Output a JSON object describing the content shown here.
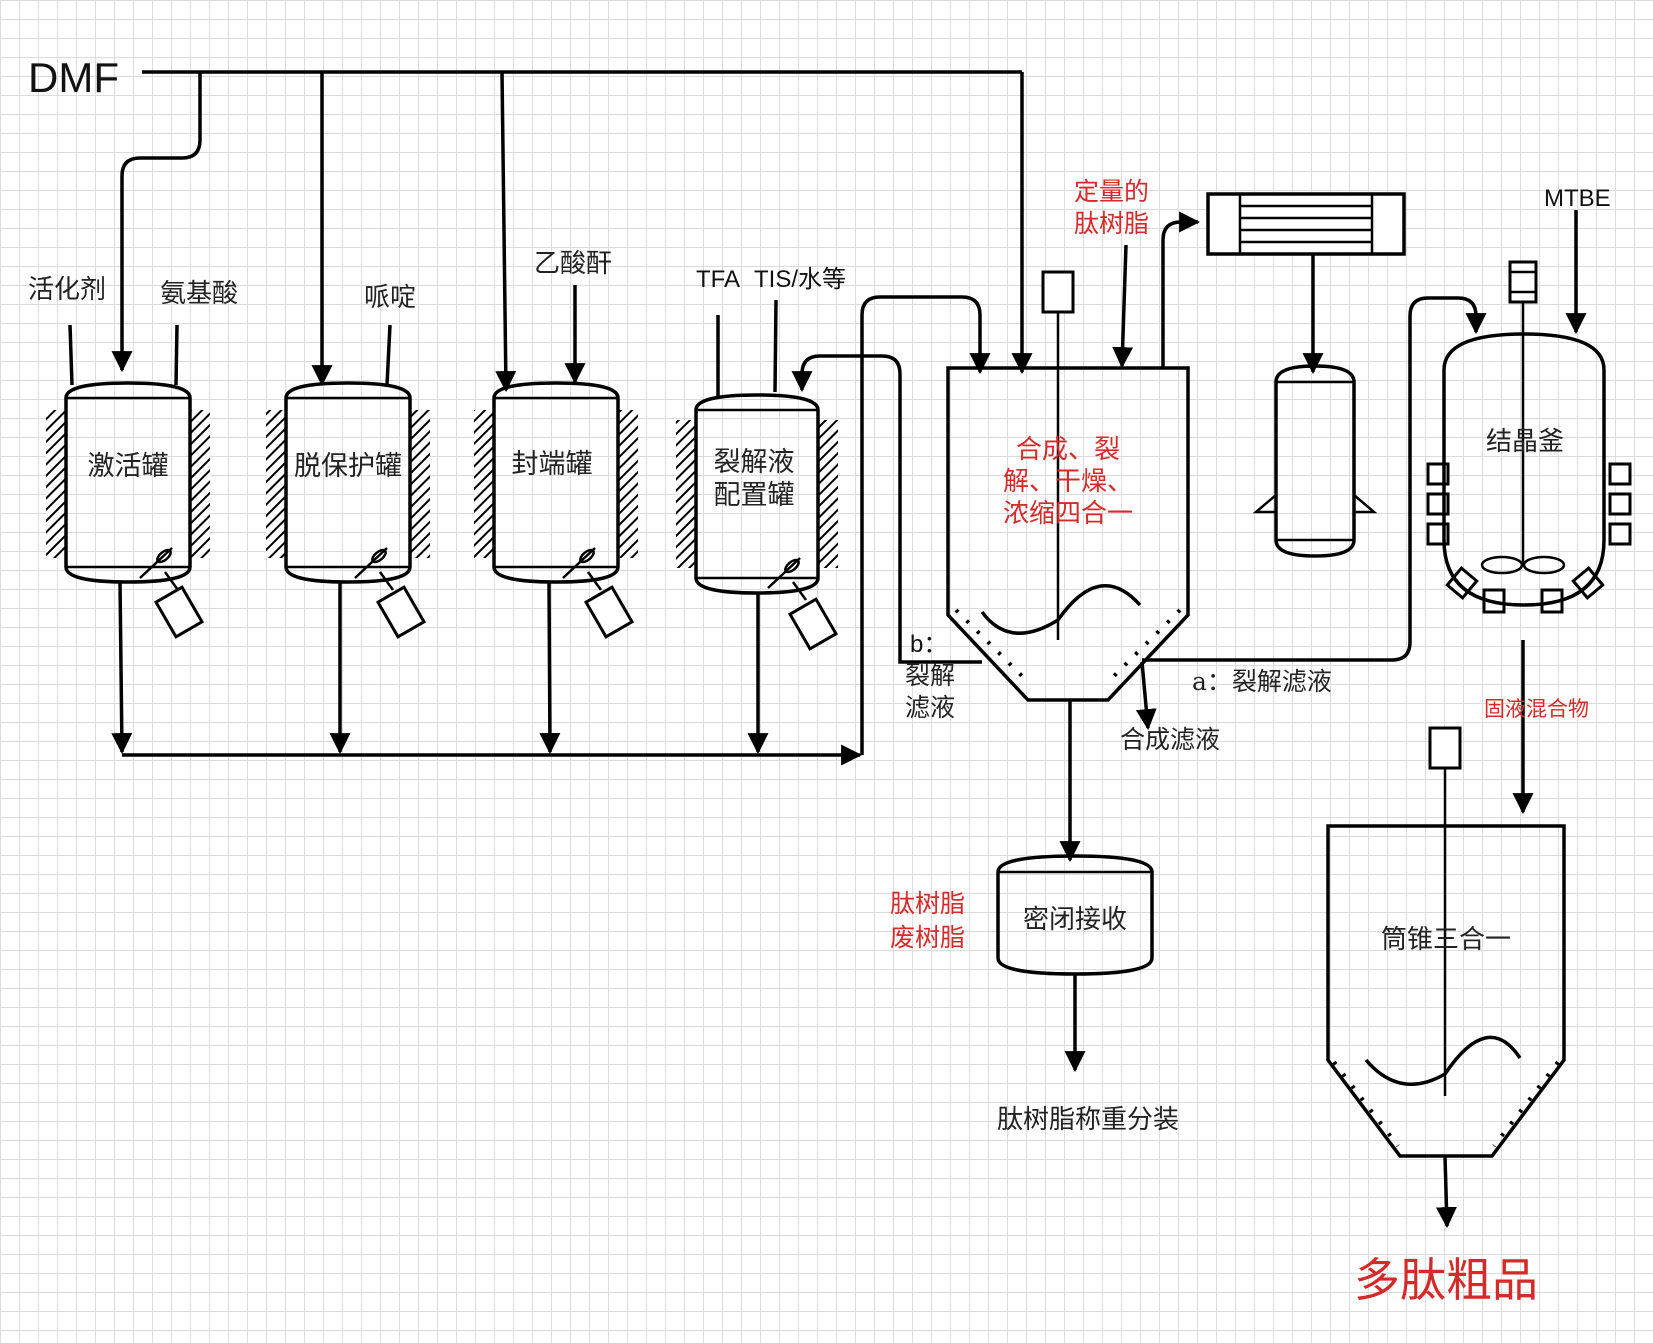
{
  "inputs": {
    "dmf": "DMF",
    "activator": "活化剂",
    "amino_acid": "氨基酸",
    "piperidine": "哌啶",
    "acetic_anhydride": "乙酸酐",
    "tfa": "TFA",
    "tis_water": "TIS/水等",
    "mtbe": "MTBE"
  },
  "tanks": {
    "activation": "激活罐",
    "deprotection": "脱保护罐",
    "capping": "封端罐",
    "cleavage_line1": "裂解液",
    "cleavage_line2": "配置罐",
    "crystallizer": "结晶釜",
    "closed_receiver": "密闭接收",
    "cone_three_in_one": "筒锥三合一"
  },
  "reactor": {
    "line1": "合成、裂",
    "line2": "解、干燥、",
    "line3": "浓缩四合一"
  },
  "labels": {
    "quant_line1": "定量的",
    "quant_line2": "肽树脂",
    "b_prefix": "b：",
    "b_line1": "裂解",
    "b_line2": "滤液",
    "a_filtrate": "a：裂解滤液",
    "synthesis_filtrate": "合成滤液",
    "resin_line1": "肽树脂",
    "resin_line2": "废树脂",
    "weigh_pack": "肽树脂称重分装",
    "solid_liquid": "固液混合物",
    "product": "多肽粗品"
  },
  "colors": {
    "highlight": "#d42a2a",
    "line": "#000000",
    "grid": "#dcdcdc"
  }
}
